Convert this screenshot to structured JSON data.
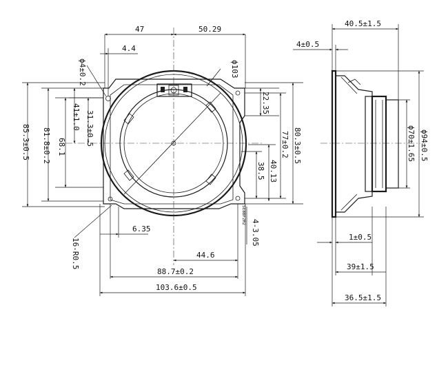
{
  "dimensions": {
    "d47": "47",
    "d5029": "50.29",
    "d44": "4.4",
    "hole_dia": "ϕ4±0.2",
    "dia103": "ϕ103",
    "d853": "85.3±0.5",
    "d818": "81.8±0.2",
    "d681": "68.1",
    "d313": "31.3±0.5",
    "d41": "41±1.0",
    "d2235": "22.35",
    "d803": "80.3±0.5",
    "d77": "77±0.2",
    "d4013": "40.13",
    "d385": "38.5",
    "d635": "6.35",
    "d446": "44.6",
    "d887": "88.7±0.2",
    "d1036": "103.6±0.5",
    "r05": "16-R0.5",
    "d4305": "4-3.05",
    "terminal": "+",
    "terminal_text": "SE8BF2R2",
    "s405": "40.5±1.5",
    "s4": "4±0.5",
    "s70": "ϕ70±1.65",
    "s94": "ϕ94±0.5",
    "s1": "1±0.5",
    "s39": "39±1.5",
    "s365": "36.5±1.5"
  }
}
